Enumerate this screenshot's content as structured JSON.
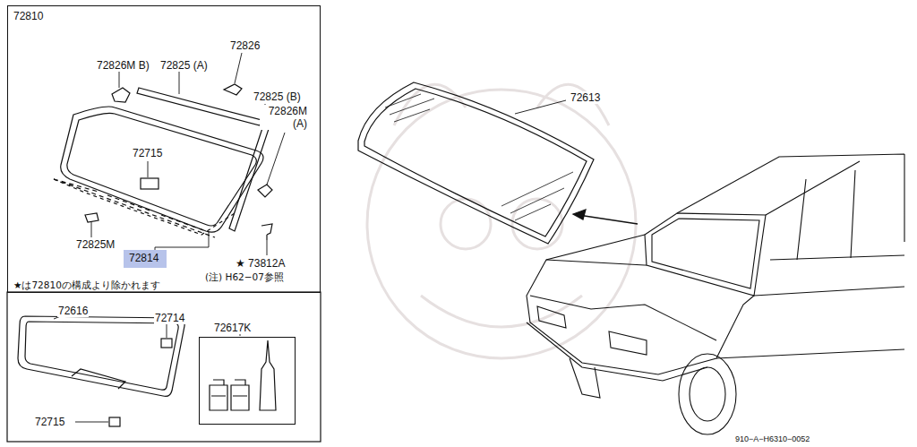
{
  "diagram": {
    "nodes": [
      {
        "text": [
          "72810"
        ]
      },
      {
        "text": [
          "72814"
        ],
        "in": 0
      },
      {
        "text": [
          "72617K"
        ]
      }
    ],
    "labels": [
      "72826M B)",
      "72825 (A)",
      "72826",
      "72825 (B)",
      "72826M (A)",
      "72715",
      "72825M",
      "★ 73812A",
      "(注) H62−07参照",
      "★は72810の構成より除かれます",
      "72613",
      "72616",
      "72714",
      "72715",
      "910−A−H6310−0052"
    ]
  }
}
